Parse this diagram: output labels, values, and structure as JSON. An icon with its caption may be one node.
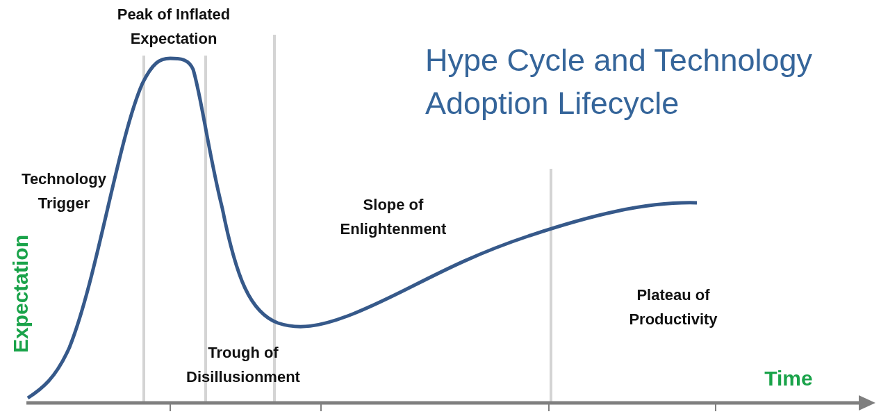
{
  "diagram": {
    "title": "Hype Cycle and Technology Adoption Lifecycle",
    "labels": [
      "Peak of Inflated Expectation",
      "Technology Trigger",
      "Slope of Enlightenment",
      "Expectation",
      "Plateau of Productivity",
      "Trough of Disillusionment",
      "Time"
    ]
  }
}
